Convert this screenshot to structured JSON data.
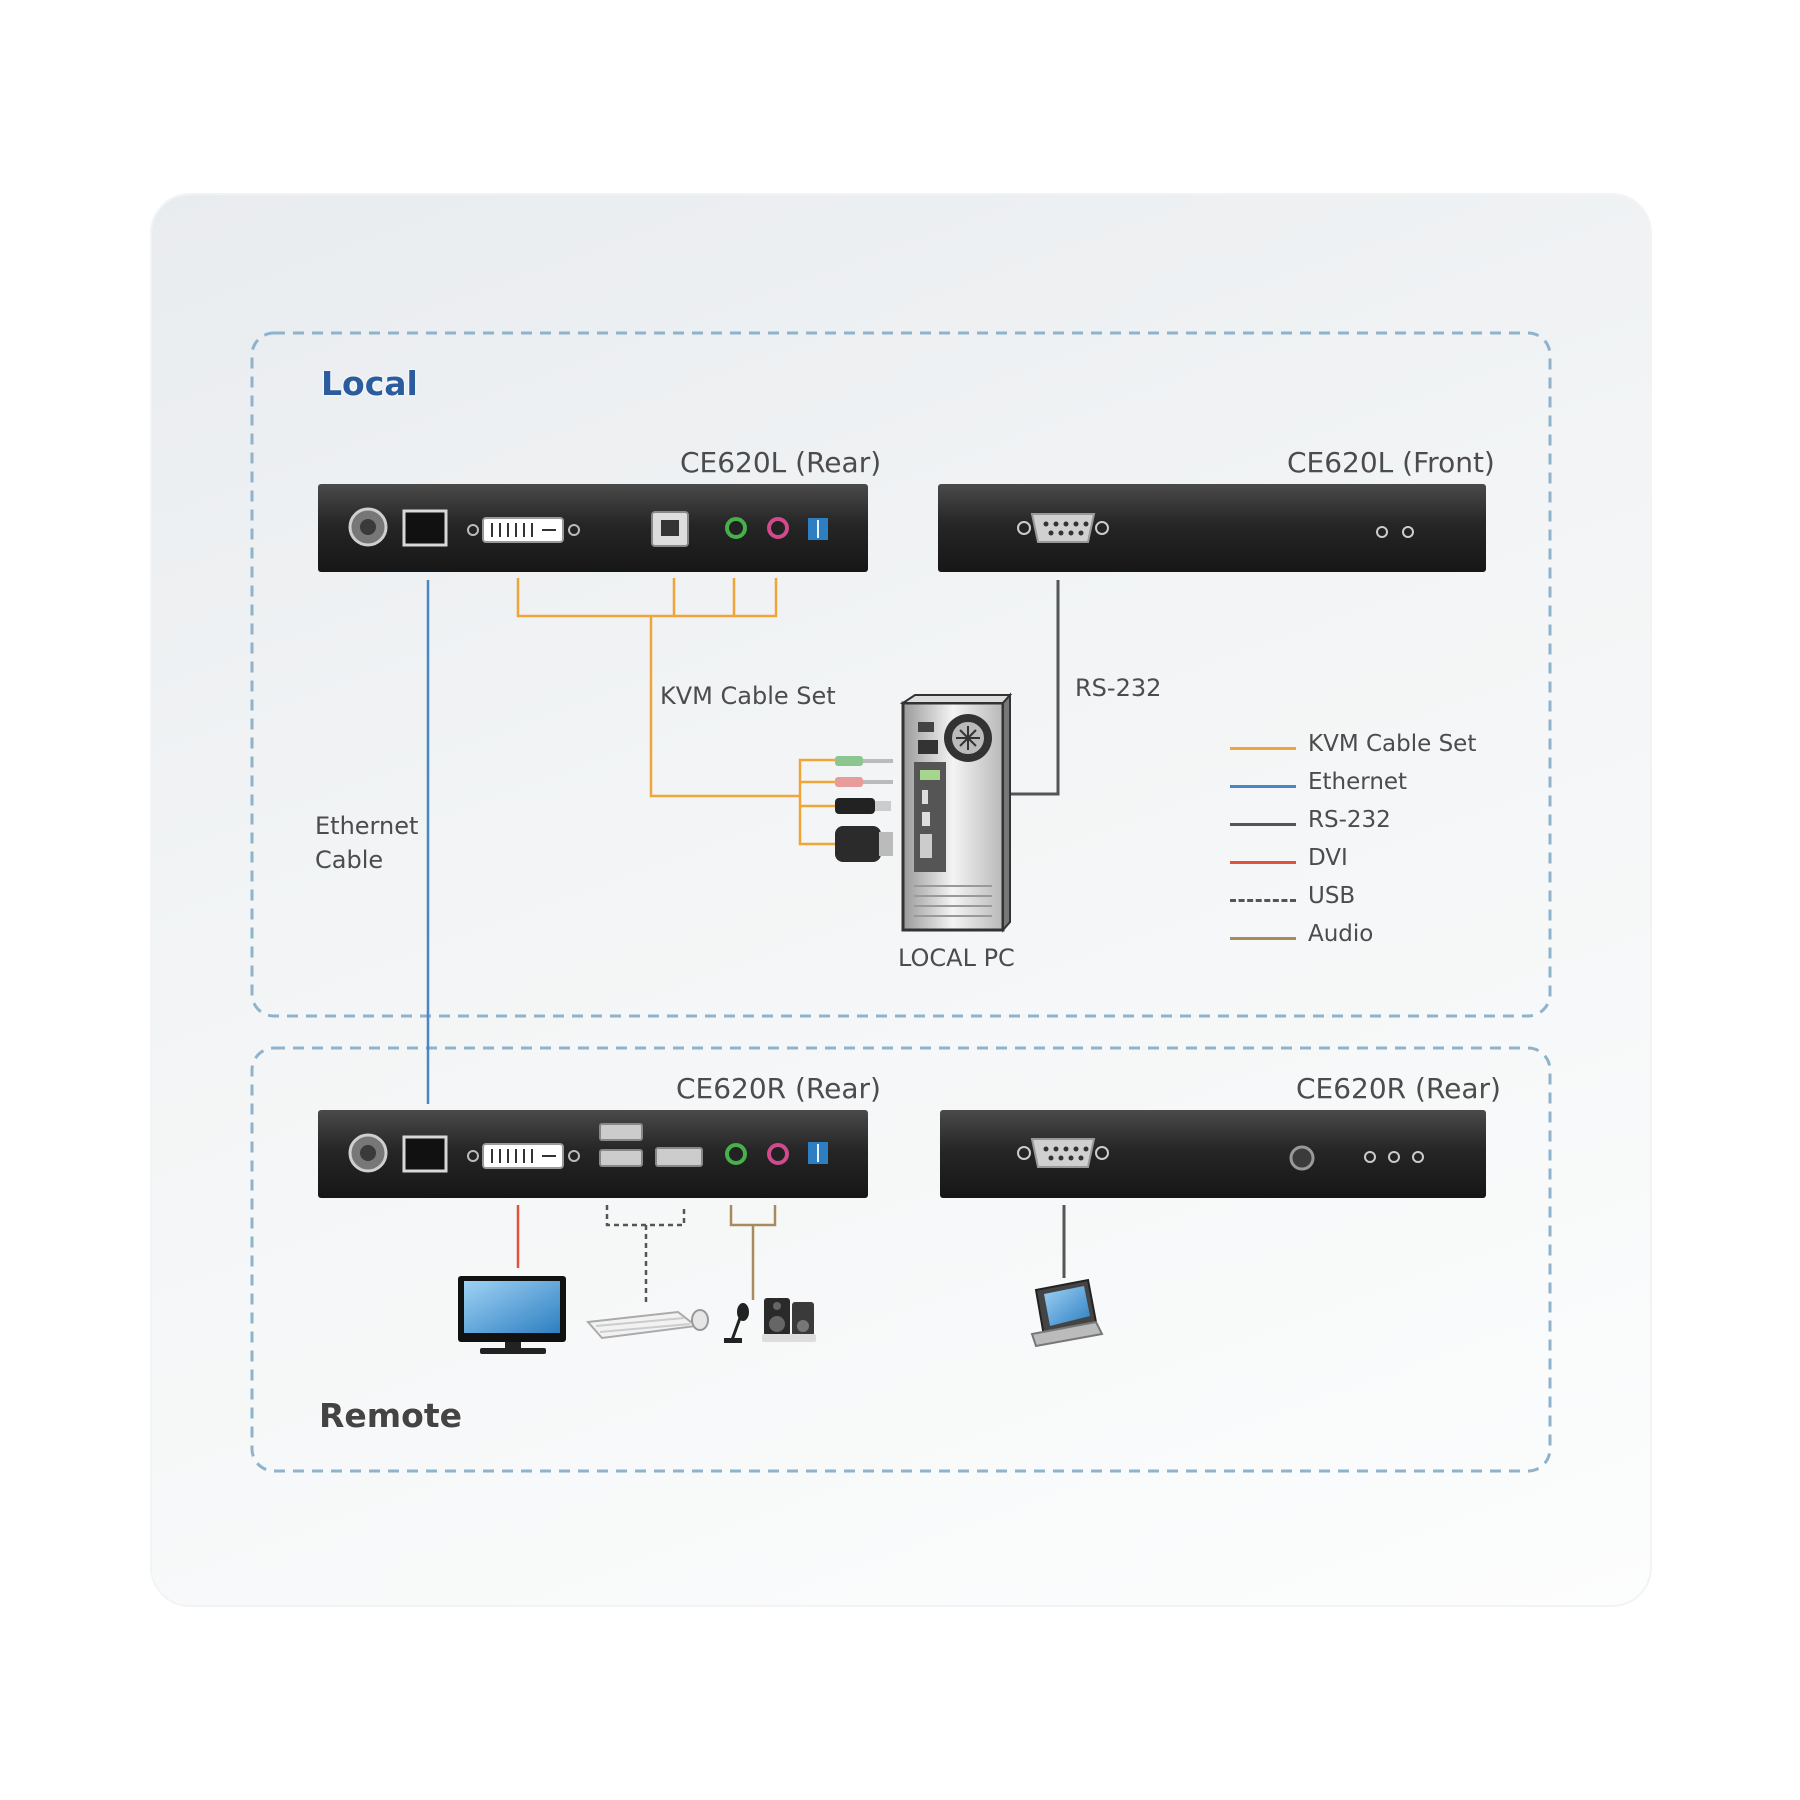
{
  "zones": {
    "local_title": "Local",
    "remote_title": "Remote"
  },
  "devices": {
    "local_rear": "CE620L (Rear)",
    "local_front": "CE620L (Front)",
    "remote_rear_1": "CE620R (Rear)",
    "remote_rear_2": "CE620R (Rear)",
    "local_pc": "LOCAL PC"
  },
  "cables": {
    "kvm_cable_set": "KVM Cable Set",
    "rs232": "RS-232",
    "ethernet_line1": "Ethernet",
    "ethernet_line2": "Cable"
  },
  "legend": [
    {
      "label": "KVM Cable Set",
      "color": "#f0a53b",
      "style": "solid"
    },
    {
      "label": "Ethernet",
      "color": "#4a86c5",
      "style": "solid"
    },
    {
      "label": "RS-232",
      "color": "#555555",
      "style": "solid"
    },
    {
      "label": "DVI",
      "color": "#e0523c",
      "style": "solid"
    },
    {
      "label": "USB",
      "color": "#555555",
      "style": "dashed"
    },
    {
      "label": "Audio",
      "color": "#a98a5e",
      "style": "solid"
    }
  ],
  "colors": {
    "zone_border": "#8fb3cc",
    "device_body": "#2a2a2a",
    "kvm": "#f0a53b",
    "ethernet": "#4a86c5",
    "rs232": "#555555",
    "dvi": "#e0523c",
    "audio": "#a98a5e"
  }
}
